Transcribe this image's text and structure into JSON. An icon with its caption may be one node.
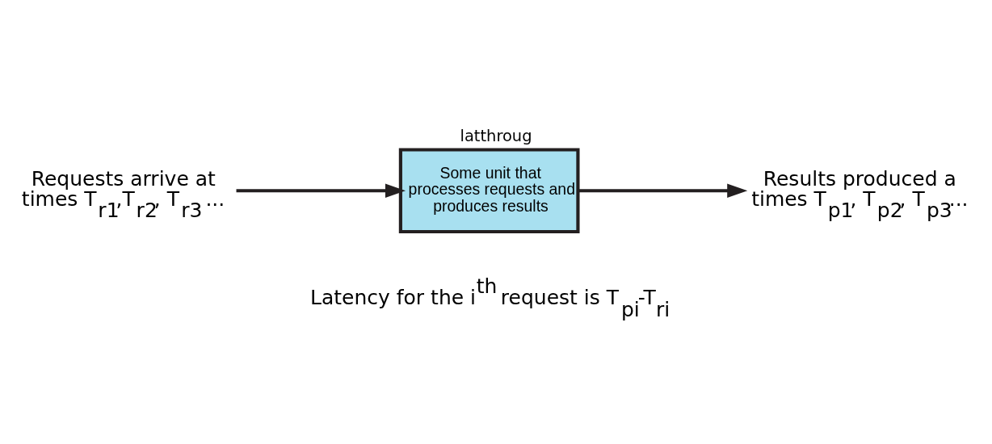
{
  "diagram": {
    "title": "latthroug",
    "nodes": [
      {
        "text": [
          "Requests arrive at times T$_{r1}$,T$_{r2}$, T$_{r3}$ ..."
        ]
      },
      {
        "text": [
          "Some unit that processes requests and produces results"
        ]
      },
      {
        "text": [
          "Results produced a times T$_{p1}$, T$_{p2}$, T$_{p3}$..."
        ]
      }
    ],
    "edges": [
      {
        "from": 0,
        "to": 1,
        "arrow": "to"
      },
      {
        "from": 1,
        "to": 2,
        "arrow": "to"
      }
    ],
    "labels": [
      "Latency for the i$^{th}$ request is T$_{pi}$-T$_{ri}$"
    ]
  }
}
